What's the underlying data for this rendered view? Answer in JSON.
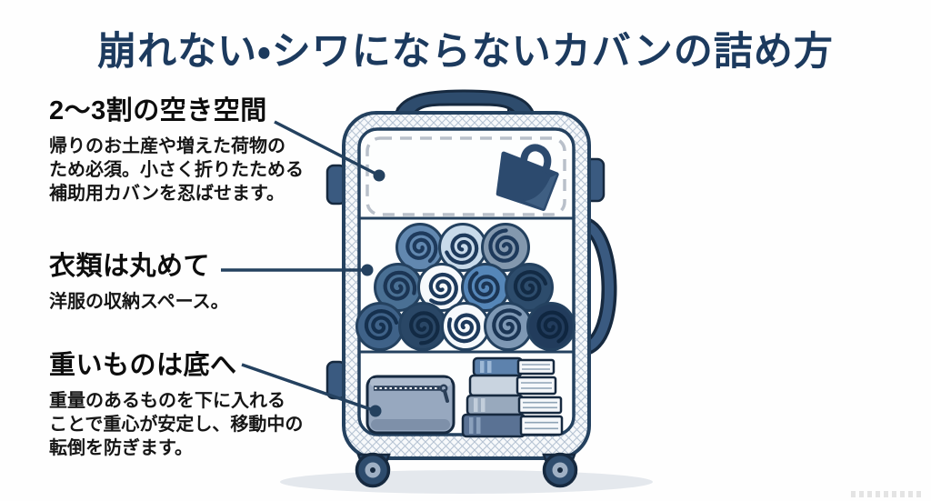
{
  "title": "崩れない・シワにならないカバンの詰め方",
  "annotations": [
    {
      "heading": "2〜3割の空き空間",
      "body": "帰りのお土産や増えた荷物の\nため必須。小さく折りたためる\n補助用カバンを忍ばせます。"
    },
    {
      "heading": "衣類は丸めて",
      "body": "洋服の収納スペース。"
    },
    {
      "heading": "重いものは底へ",
      "body": "重量のあるものを下に入れる\nことで重心が安定し、移動中の\n転倒を防ぎます。"
    }
  ],
  "icons": {
    "tote_bag": "foldable-sub-bag-icon",
    "rolls": "rolled-clothes-icon",
    "pouch": "zip-pouch-icon",
    "books": "book-stack-icon",
    "wheels": "caster-wheel-icon"
  },
  "colors": {
    "title_text": "#1c3a5e",
    "outline": "#24415f",
    "outline_dark": "#16293f",
    "handle": "#2e4c6d",
    "handle_light": "#3a5a80",
    "hatch_bg": "#f7f9fb",
    "hatch_line": "#b6c3d3",
    "panel": "#fdfefe",
    "dashed_border": "#b9c0ca",
    "bag": "#2c4a6e",
    "bag_light": "#3f5f83",
    "pouch": "#97a8bf",
    "pouch_top": "#aebcce",
    "pouch_shade": "#7e90a9",
    "zipper": "#2b3f58",
    "ground_shadow": "#e4e8ed",
    "connector": "#24415f",
    "wheel_inner": "#9fb0c4",
    "page_lines": "#8fa3b6",
    "heading_text": "#0d0d0d",
    "body_text": "#161616"
  },
  "rolls": {
    "rows": [
      [
        {
          "fill": "#6288b0",
          "spiral": "#1e3a5c"
        },
        {
          "fill": "#c8daea",
          "spiral": "#1e3a5c"
        },
        {
          "fill": "#8398ae",
          "spiral": "#1e3a5c"
        }
      ],
      [
        {
          "fill": "#4a7094",
          "spiral": "#1b3554"
        },
        {
          "fill": "#f6f9fc",
          "spiral": "#1e3a5c"
        },
        {
          "fill": "#5586b8",
          "spiral": "#1b3554"
        },
        {
          "fill": "#2d4c6c",
          "spiral": "#122a44"
        }
      ],
      [
        {
          "fill": "#3f6288",
          "spiral": "#15304e"
        },
        {
          "fill": "#2a4766",
          "spiral": "#122a44"
        },
        {
          "fill": "#f6f9fc",
          "spiral": "#1e3a5c"
        },
        {
          "fill": "#7e98b4",
          "spiral": "#1b3554"
        },
        {
          "fill": "#223c5c",
          "spiral": "#0f2640"
        }
      ]
    ]
  },
  "books": [
    {
      "cover": "#5d82ad",
      "pages": "#f6f8fb",
      "stripe": "#9db8d6"
    },
    {
      "cover": "#c9d4e0",
      "pages": "#f6f8fb"
    },
    {
      "cover": "#98a9bd",
      "pages": "#f6f8fb",
      "stripe": "#c2cedb"
    },
    {
      "cover": "#5a7294",
      "pages": "#f6f8fb",
      "stripe": "#8aa0bc"
    }
  ]
}
